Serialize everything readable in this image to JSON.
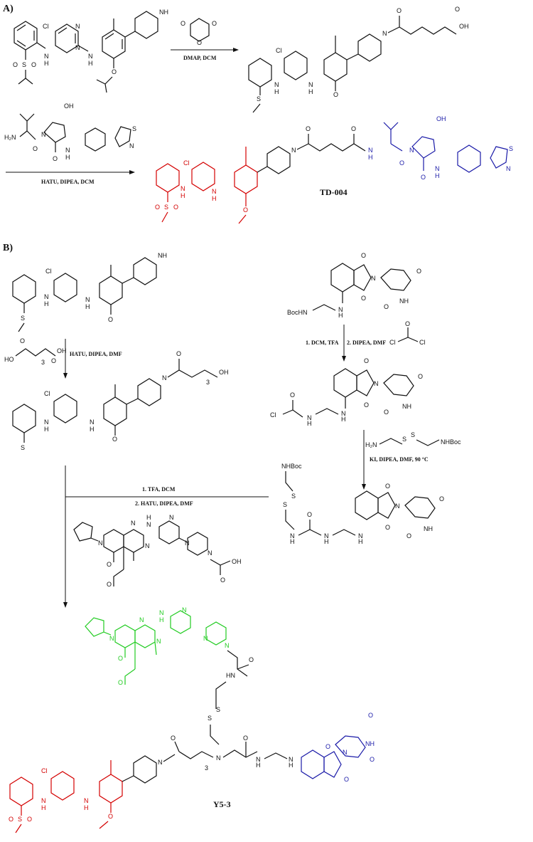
{
  "panels": {
    "a": "A)",
    "b": "B)"
  },
  "conditions": {
    "a1": "DMAP, DCM",
    "a2": "HATU, DIPEA, DCM",
    "b1": "HATU, DIPEA, DMF",
    "b2a": "1. DCM, TFA",
    "b2b": "2. DIPEA, DMF",
    "b3": "KI, DIPEA, DMF, 90 °C",
    "b4a": "1. TFA, DCM",
    "b4b": "2. HATU, DIPEA, DMF"
  },
  "compounds": {
    "td004": "TD-004",
    "y53": "Y5-3"
  },
  "colors": {
    "warhead": "#d40000",
    "e3_ligand": "#1a1aa8",
    "cdk_ligand": "#22cc22"
  }
}
